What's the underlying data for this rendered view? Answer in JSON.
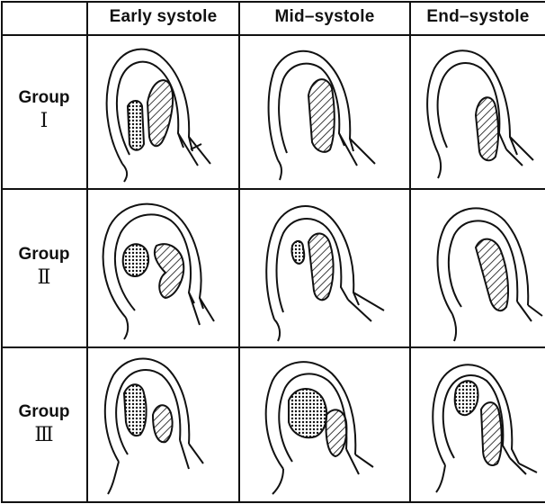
{
  "columns": [
    "Early systole",
    "Mid–systole",
    "End–systole"
  ],
  "rows": [
    {
      "label": "Group",
      "numeral": "Ⅰ"
    },
    {
      "label": "Group",
      "numeral": "Ⅱ"
    },
    {
      "label": "Group",
      "numeral": "Ⅲ"
    }
  ],
  "legend_patterns": [
    "dotted",
    "hatched"
  ]
}
